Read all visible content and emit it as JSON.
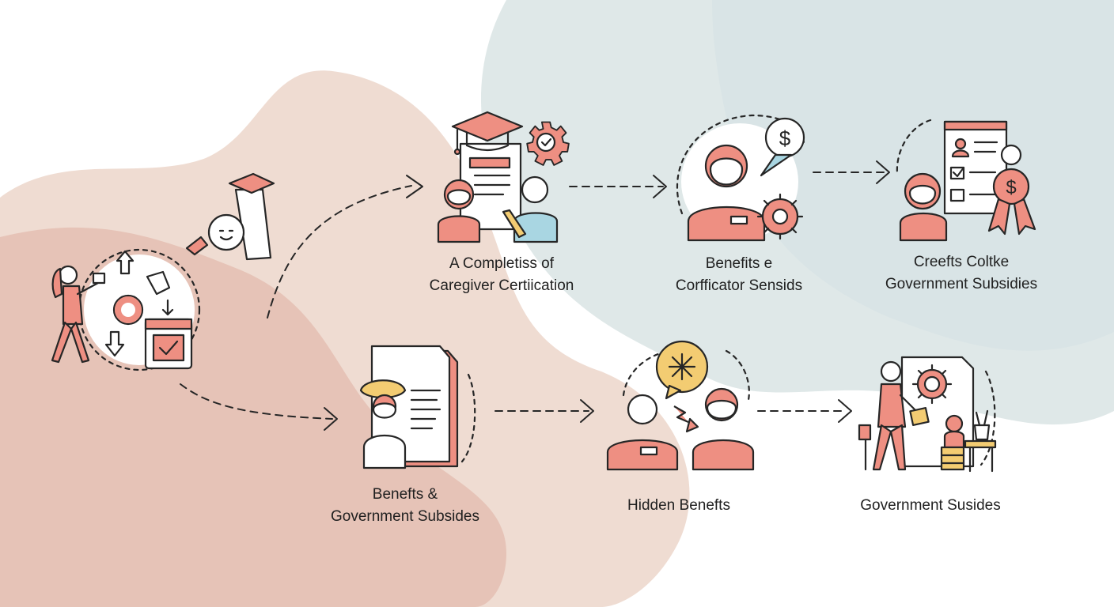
{
  "theme": {
    "accent": "#ee8f82",
    "secondary": "#a9d6e2",
    "highlight": "#f3cc72",
    "stroke": "#262626",
    "blob_warm": "#ebcfc3",
    "blob_cool": "#dbe6e6"
  },
  "steps": [
    {
      "id": "start",
      "icon": "caregiver-tasks-icon",
      "lines": []
    },
    {
      "id": "caregiver-certification",
      "icon": "certification-icon",
      "lines": [
        "A Completiss of",
        "Caregiver Certiication"
      ]
    },
    {
      "id": "certificator-sensids",
      "icon": "benefits-person-icon",
      "lines": [
        "Benefits e",
        "Corfficator Sensids"
      ]
    },
    {
      "id": "creefts-government-subsidies",
      "icon": "subsidy-document-icon",
      "lines": [
        "Creefts Coltke",
        "Government Subsidies"
      ]
    },
    {
      "id": "benefits-government-subsides",
      "icon": "benefits-document-icon",
      "lines": [
        "Benefts &",
        "Government Subsides"
      ]
    },
    {
      "id": "hidden-benefits",
      "icon": "hidden-benefits-icon",
      "lines": [
        "Hidden Benefts"
      ]
    },
    {
      "id": "government-susides",
      "icon": "government-support-icon",
      "lines": [
        "Government Susides"
      ]
    }
  ]
}
